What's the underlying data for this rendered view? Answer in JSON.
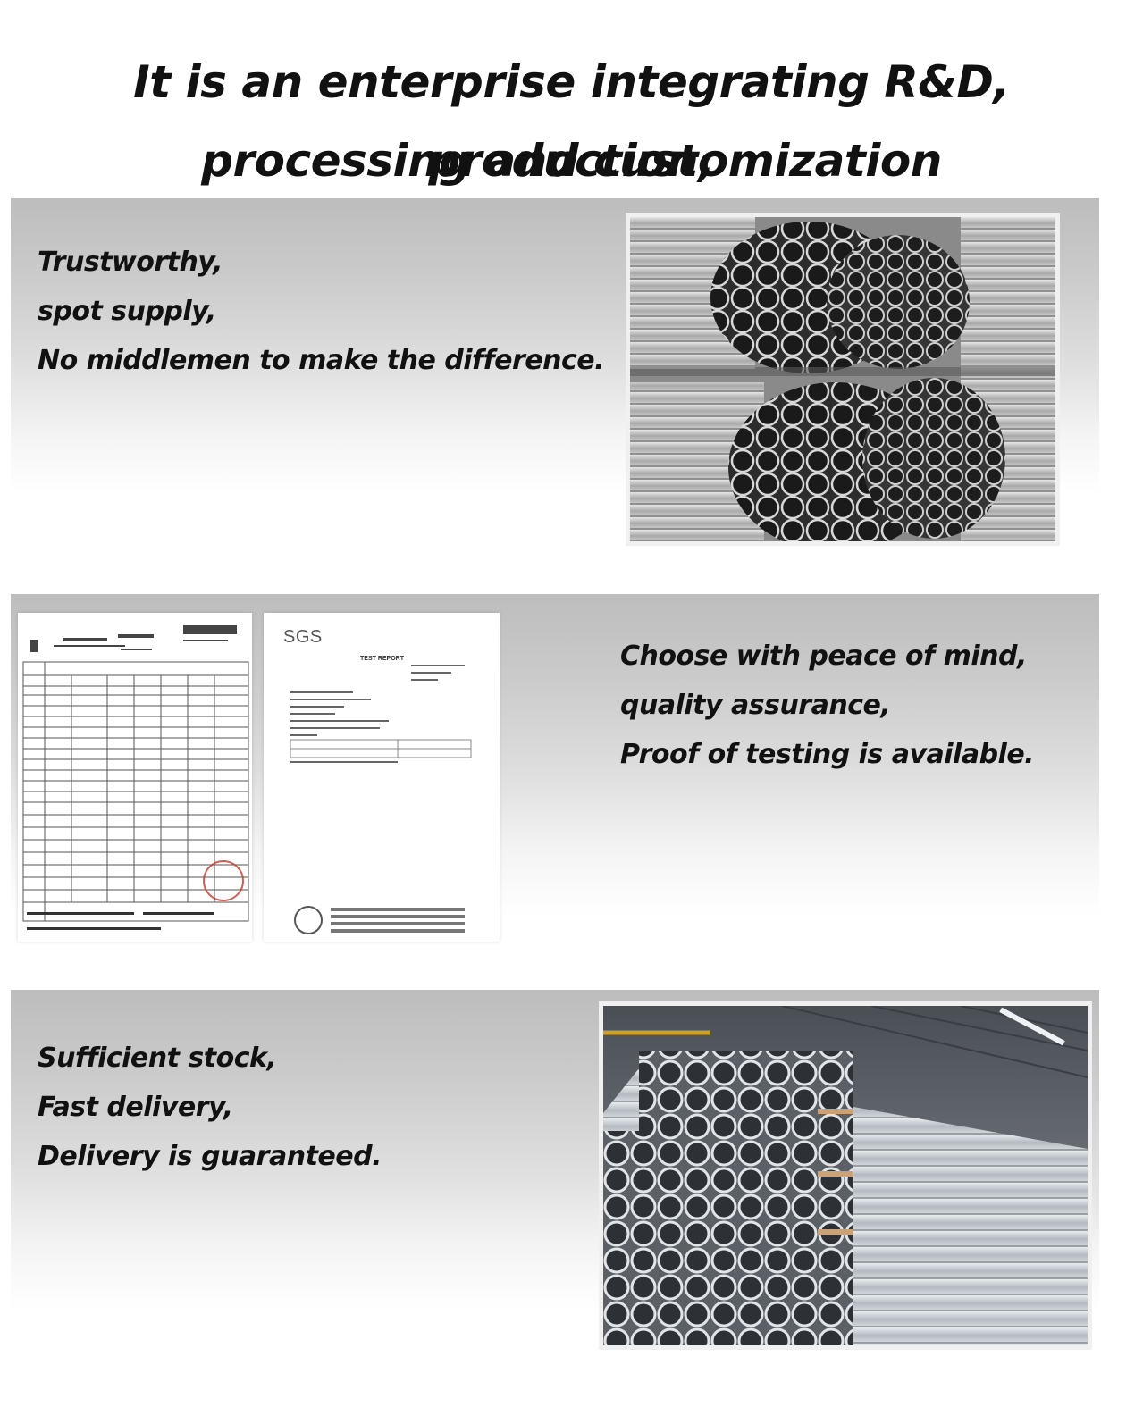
{
  "headline": {
    "line1": "It is an enterprise integrating R&D, production,",
    "line2": "processing and customization"
  },
  "section1": {
    "lines": [
      "Trustworthy,",
      "spot supply,",
      "No middlemen to make the difference."
    ],
    "photo_icon": "galvanized-pipe-bundles-image"
  },
  "section2": {
    "lines": [
      "Choose with peace of mind,",
      "quality assurance,",
      "Proof of testing is available."
    ],
    "doc2_logo": "SGS",
    "doc2_title": "TEST REPORT"
  },
  "section3": {
    "lines": [
      "Sufficient stock,",
      "Fast delivery,",
      "Delivery is guaranteed."
    ],
    "photo_icon": "warehouse-pipe-stack-image"
  }
}
